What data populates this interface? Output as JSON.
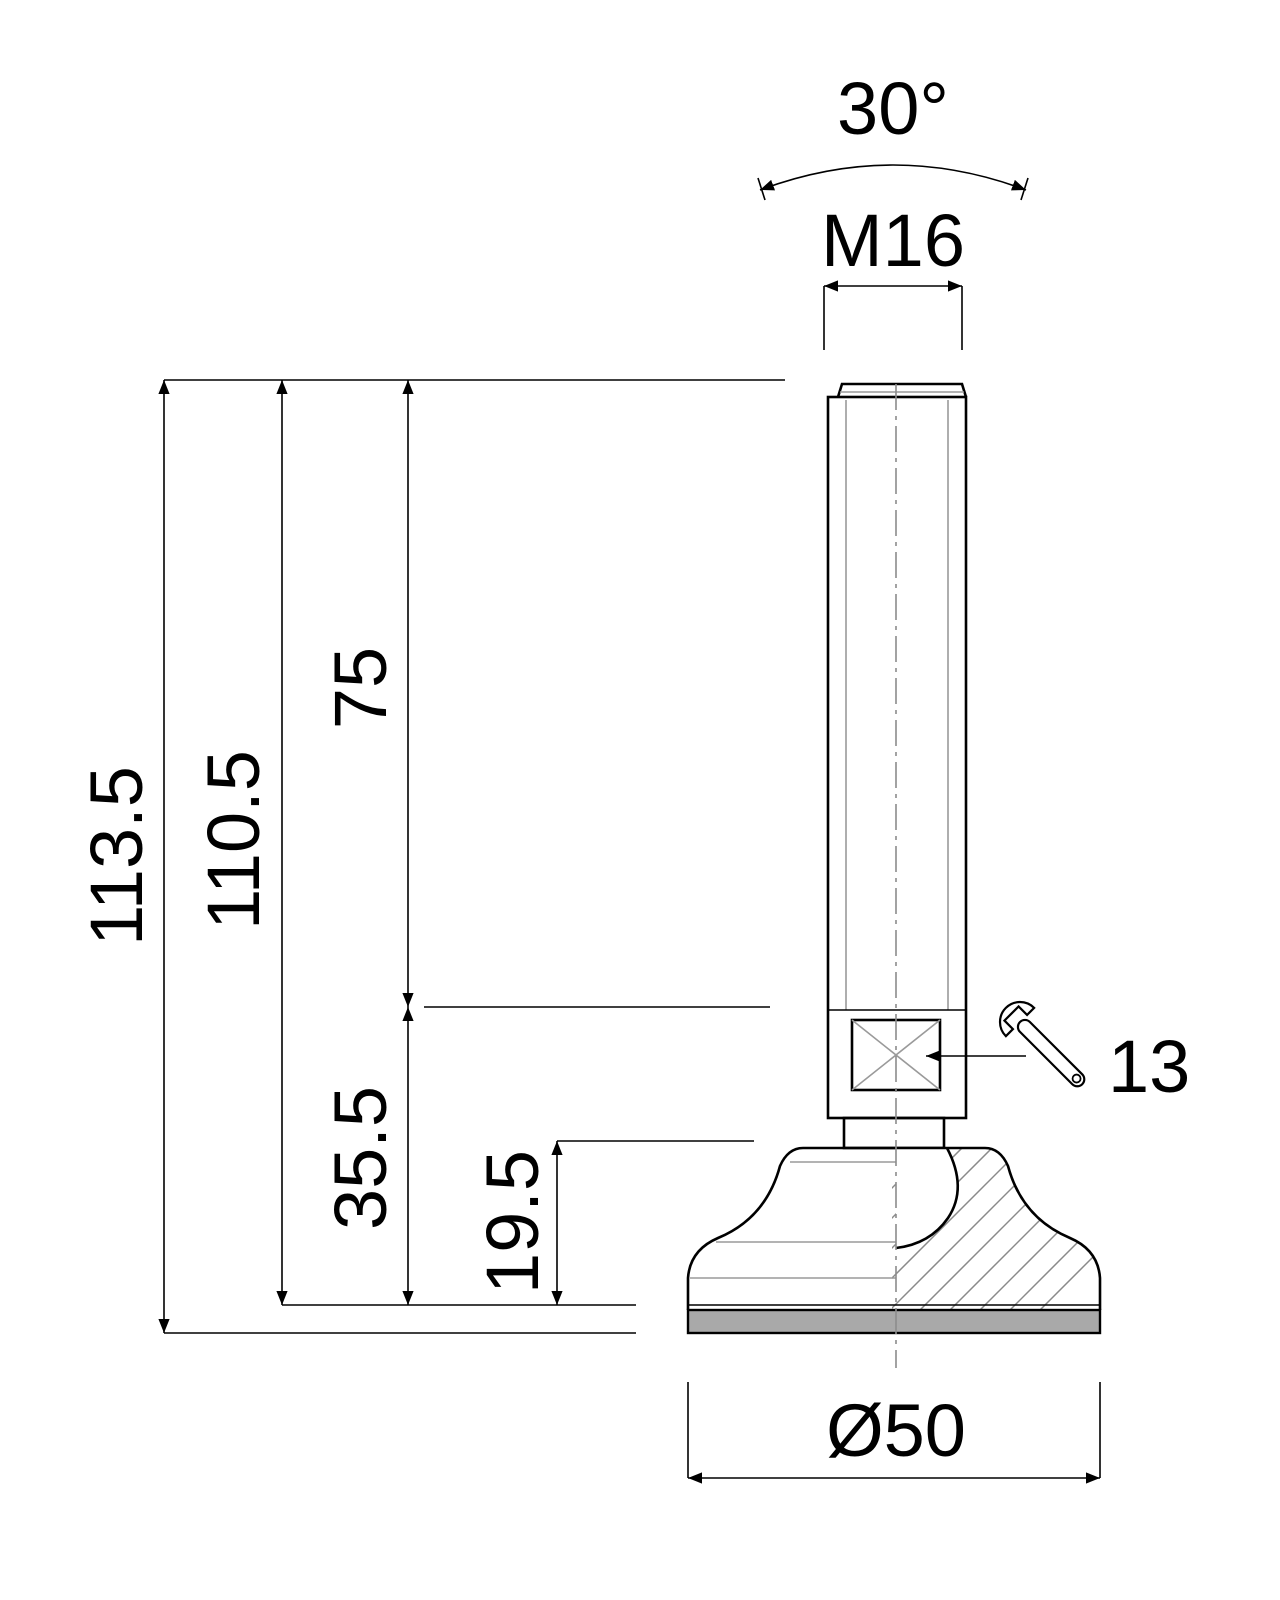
{
  "labels": {
    "angle": "30°",
    "thread": "M16",
    "overall_height": "113.5",
    "height_to_base": "110.5",
    "thread_length": "75",
    "hex_height": "35.5",
    "base_height": "19.5",
    "wrench_size": "13",
    "base_diameter": "Ø50"
  },
  "icons": [
    "wrench-icon"
  ],
  "colors": {
    "line": "#000000",
    "hatch": "#8a8a8a",
    "pad": "#a9a9a9",
    "centerline": "#8c8c8c"
  }
}
